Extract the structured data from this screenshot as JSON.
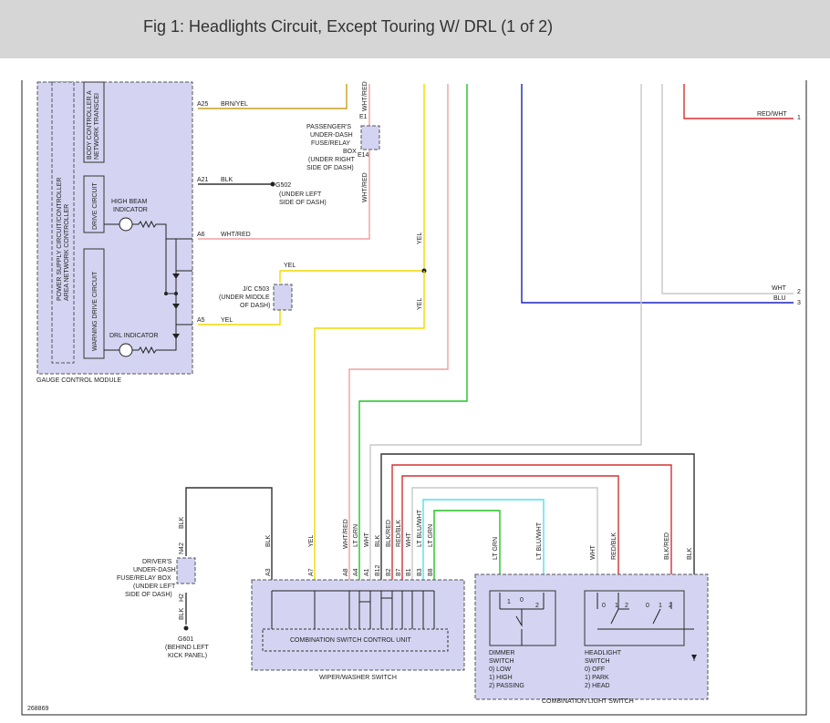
{
  "header": {
    "title": "Fig 1: Headlights Circuit, Except Touring W/ DRL (1 of 2)"
  },
  "gauge": {
    "module_label": "GAUGE CONTROL MODULE",
    "power_supply": [
      "POWER SUPPLY CIRCUIT/CONTROLLER",
      "AREA NETWORK CONTROLLER"
    ],
    "body_controller": [
      "BODY CONTROLLER A",
      "NETWORK TRANSCEI"
    ],
    "drive_circuit": "DRIVE CIRCUIT",
    "warning_drive": "WARNING DRIVE CIRCUIT",
    "high_beam": [
      "HIGH BEAM",
      "INDICATOR"
    ],
    "drl_indicator": "DRL INDICATOR",
    "pins": [
      "A25",
      "A21",
      "A6",
      "A5"
    ]
  },
  "wires": {
    "a25": "BRN/YEL",
    "a21": "BLK",
    "a6": "WHT/RED",
    "a5": "YEL",
    "yel_top": "YEL",
    "yel_v1": "YEL",
    "yel_v2": "YEL",
    "wht_red_v": "WHT/RED",
    "wht_red_v2": "WHT/RED",
    "red_wht": "RED/WHT",
    "wht": "WHT",
    "blu": "BLU",
    "blk_n42": "BLK",
    "blk_h2": "BLK"
  },
  "right_pins": [
    "1",
    "2",
    "3"
  ],
  "g502": {
    "name": "G502",
    "lines": [
      "(UNDER LEFT",
      "SIDE OF DASH)"
    ]
  },
  "pass_fuse": {
    "lines": [
      "PASSENGER'S",
      "UNDER-DASH",
      "FUSE/RELAY",
      "BOX",
      "(UNDER RIGHT",
      "SIDE OF DASH)"
    ],
    "pins": [
      "E1",
      "E14"
    ]
  },
  "jc": {
    "lines": [
      "J/C C503",
      "(UNDER MIDDLE",
      "OF DASH)"
    ]
  },
  "driver_fuse": {
    "lines": [
      "DRIVER'S",
      "UNDER-DASH",
      "FUSE/RELAY BOX",
      "(UNDER LEFT",
      "SIDE OF DASH)"
    ],
    "pins": [
      "N42",
      "H2"
    ]
  },
  "g601": {
    "name": "G601",
    "lines": [
      "(BEHIND LEFT",
      "KICK PANEL)"
    ]
  },
  "wiper": {
    "label": "WIPER/WASHER SWITCH",
    "unit": "COMBINATION SWITCH CONTROL UNIT",
    "pins": [
      "A3",
      "A7",
      "A8",
      "A4",
      "A1",
      "B12",
      "B2",
      "B7",
      "B1",
      "B3",
      "B8"
    ],
    "wires": [
      "BLK",
      "YEL",
      "WHT/RED",
      "LT GRN",
      "WHT",
      "BLK",
      "BLK/RED",
      "RED/BLK",
      "WHT",
      "LT BLU/WHT",
      "LT GRN"
    ]
  },
  "combo": {
    "label": "COMBINATION LIGHT SWITCH",
    "wires": [
      "LT GRN",
      "LT BLU/WHT",
      "WHT",
      "RED/BLK",
      "BLK/RED",
      "BLK"
    ],
    "dimmer": {
      "lines": [
        "DIMMER",
        "SWITCH",
        "0) LOW",
        "1) HIGH",
        "2) PASSING"
      ],
      "pos": [
        "1",
        "0",
        "2"
      ]
    },
    "headlight": {
      "lines": [
        "HEADLIGHT",
        "SWITCH",
        "0) OFF",
        "1) PARK",
        "2) HEAD"
      ],
      "pos": [
        "0",
        "1",
        "2",
        "0",
        "1",
        "2"
      ]
    }
  },
  "figure_id": "268869",
  "colors": {
    "yel": "#f2d800",
    "brnyel": "#c8a020",
    "whtred": "#f0a0a0",
    "red": "#d43030",
    "grn": "#22c322",
    "blu": "#1a22b8",
    "wht": "#c8c8c8",
    "blk": "#333333",
    "cyan": "#50e0ee",
    "box": "#d4d4f2"
  }
}
